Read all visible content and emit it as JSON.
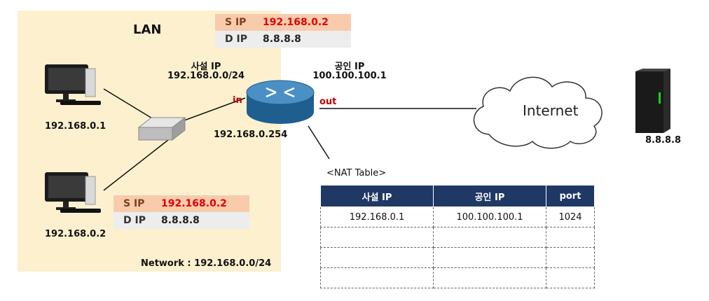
{
  "lan": {
    "title": "LAN",
    "network_label": "Network : 192.168.0.0/24"
  },
  "router": {
    "private_label": "사설 IP",
    "private_subnet": "192.168.0.0/24",
    "public_label": "공인 IP",
    "public_ip": "100.100.100.1",
    "in_label": "in",
    "out_label": "out",
    "ip": "192.168.0.254"
  },
  "packet_top": {
    "s_key": "S IP",
    "s_val": "192.168.0.2",
    "d_key": "D IP",
    "d_val": "8.8.8.8"
  },
  "packet_bottom": {
    "s_key": "S IP",
    "s_val": "192.168.0.2",
    "d_key": "D IP",
    "d_val": "8.8.8.8"
  },
  "pc1": {
    "ip": "192.168.0.1"
  },
  "pc2": {
    "ip": "192.168.0.2"
  },
  "cloud": {
    "label": "Internet"
  },
  "server": {
    "ip": "8.8.8.8"
  },
  "nat": {
    "caption": "<NAT Table>",
    "headers": [
      "사설 IP",
      "공인 IP",
      "port"
    ],
    "rows": [
      [
        "192.168.0.1",
        "100.100.100.1",
        "1024"
      ],
      [
        "",
        "",
        ""
      ],
      [
        "",
        "",
        ""
      ],
      [
        "",
        "",
        ""
      ]
    ]
  },
  "colors": {
    "lan_bg": "#fdf0cf",
    "header_bg": "#1f3864",
    "accent_red": "#c00000",
    "s_ip_bg": "#f8cbad"
  }
}
